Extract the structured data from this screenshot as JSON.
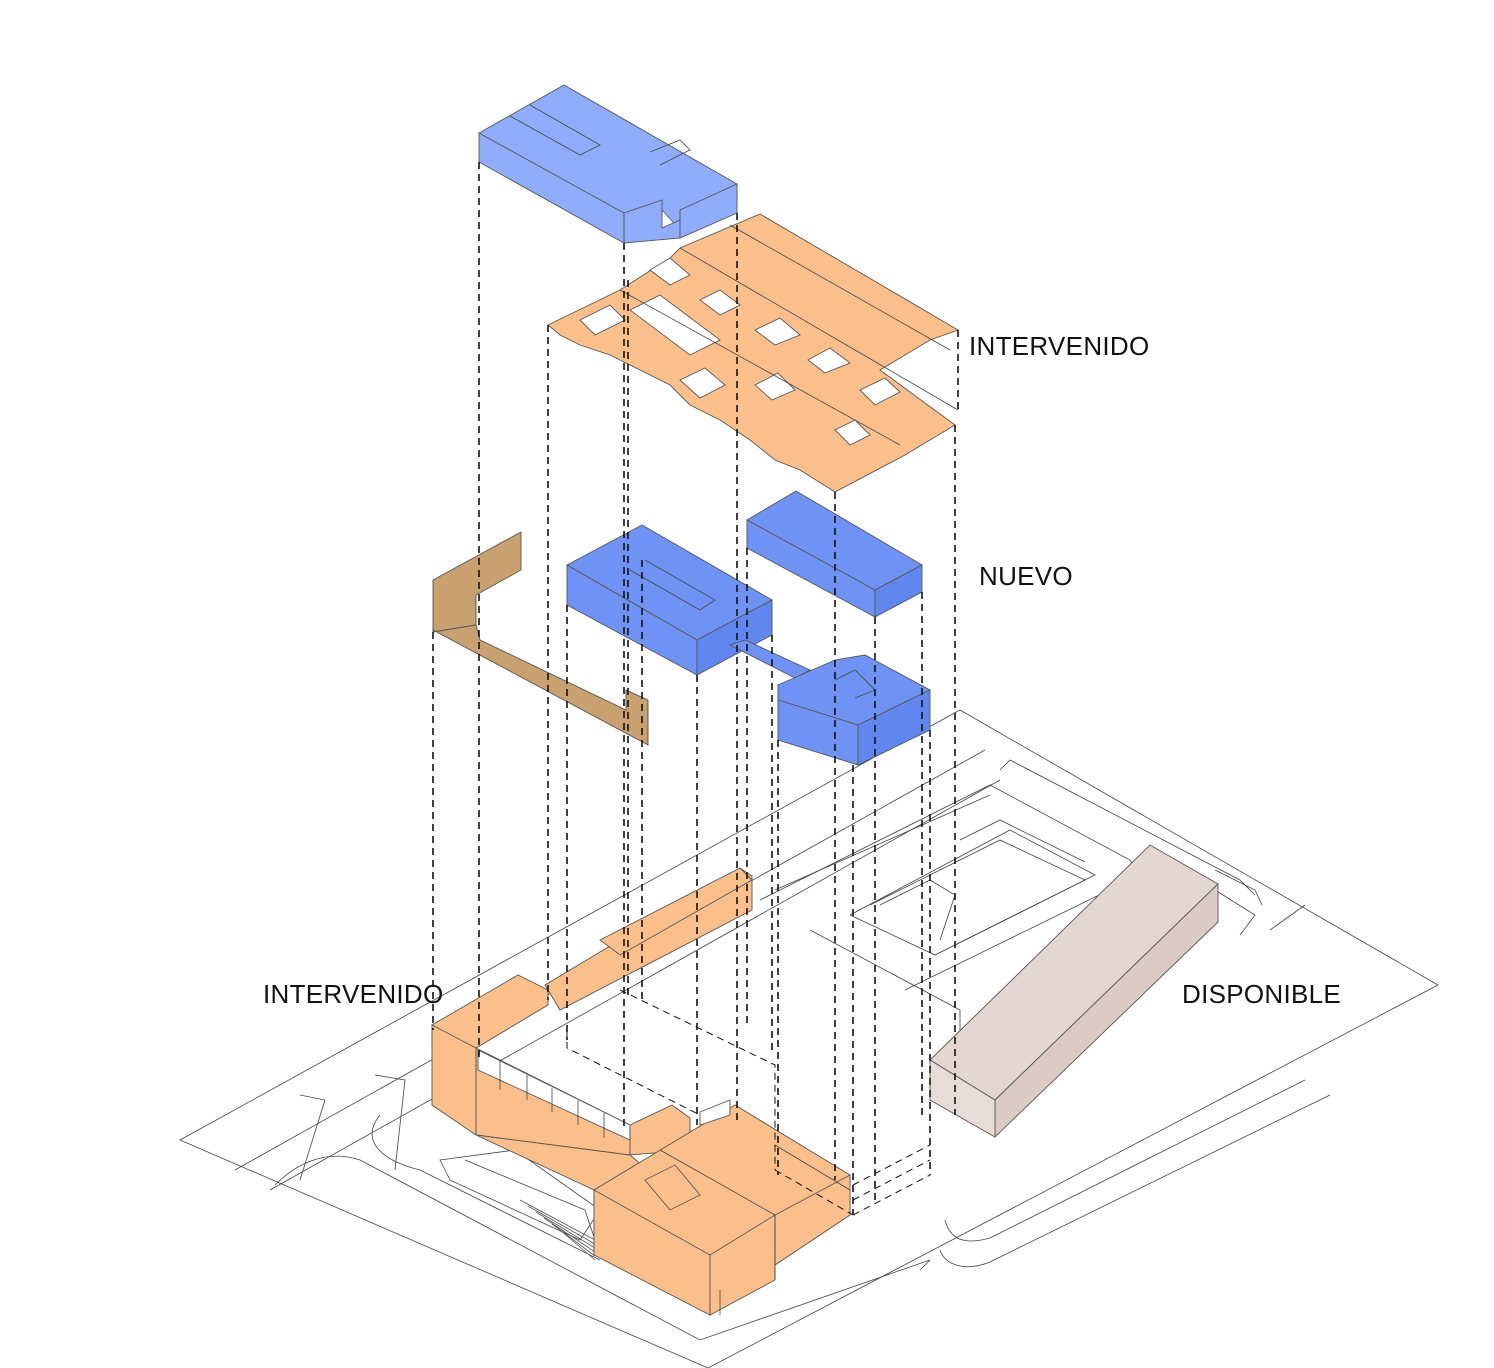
{
  "labels": {
    "top_right": "INTERVENIDO",
    "middle_right": "NUEVO",
    "bottom_left": "INTERVENIDO",
    "bottom_right": "DISPONIBLE"
  },
  "colors": {
    "intervenido": "#fbbf8c",
    "nuevo_light": "#8fadfb",
    "nuevo": "#6f93f5",
    "nuevo_dark": "#6087ee",
    "facade": "#c9a06f",
    "disponible": "#e4d6d2",
    "line": "#444444"
  }
}
